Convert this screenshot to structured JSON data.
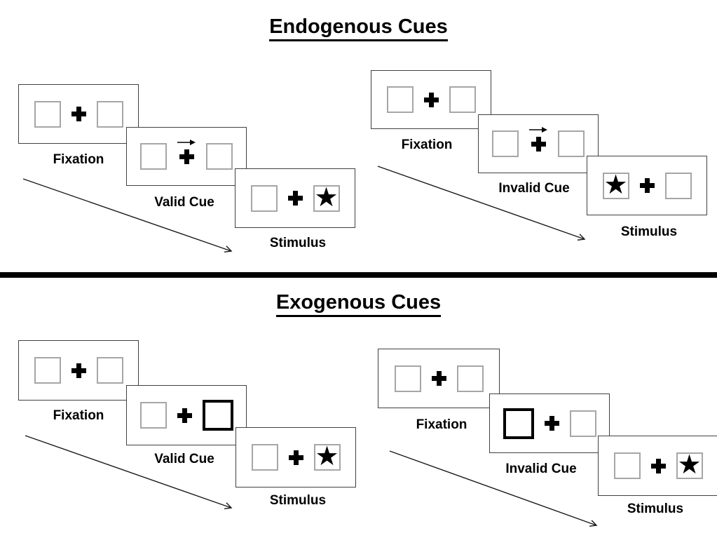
{
  "page": {
    "background": "#ffffff"
  },
  "colors": {
    "ink": "#000000",
    "panel_border": "#404040",
    "box_border": "#a6a6a6",
    "cue_box_border": "#000000",
    "divider": "#000000"
  },
  "icons": {
    "star": "★",
    "fixation_cross": "plus-cross",
    "cue_arrow": "right-arrow",
    "flow_arrow": "diagonal-right-down-arrow"
  },
  "sections": [
    {
      "title": "Endogenous Cues",
      "sequences": [
        {
          "name": "valid",
          "steps": [
            {
              "label": "Fixation",
              "left_box": "empty",
              "center": "fixation-cross",
              "right_box": "empty"
            },
            {
              "label": "Valid Cue",
              "left_box": "empty",
              "center": "fixation-cross-with-right-arrow",
              "right_box": "empty"
            },
            {
              "label": "Stimulus",
              "left_box": "empty",
              "center": "fixation-cross",
              "right_box": "star"
            }
          ]
        },
        {
          "name": "invalid",
          "steps": [
            {
              "label": "Fixation",
              "left_box": "empty",
              "center": "fixation-cross",
              "right_box": "empty"
            },
            {
              "label": "Invalid Cue",
              "left_box": "empty",
              "center": "fixation-cross-with-right-arrow",
              "right_box": "empty"
            },
            {
              "label": "Stimulus",
              "left_box": "star",
              "center": "fixation-cross",
              "right_box": "empty"
            }
          ]
        }
      ]
    },
    {
      "title": "Exogenous Cues",
      "sequences": [
        {
          "name": "valid",
          "steps": [
            {
              "label": "Fixation",
              "left_box": "empty",
              "center": "fixation-cross",
              "right_box": "empty"
            },
            {
              "label": "Valid Cue",
              "left_box": "empty",
              "center": "fixation-cross",
              "right_box": "bold-outline"
            },
            {
              "label": "Stimulus",
              "left_box": "empty",
              "center": "fixation-cross",
              "right_box": "star"
            }
          ]
        },
        {
          "name": "invalid",
          "steps": [
            {
              "label": "Fixation",
              "left_box": "empty",
              "center": "fixation-cross",
              "right_box": "empty"
            },
            {
              "label": "Invalid Cue",
              "left_box": "bold-outline",
              "center": "fixation-cross",
              "right_box": "empty"
            },
            {
              "label": "Stimulus",
              "left_box": "empty",
              "center": "fixation-cross",
              "right_box": "star"
            }
          ]
        }
      ]
    }
  ]
}
